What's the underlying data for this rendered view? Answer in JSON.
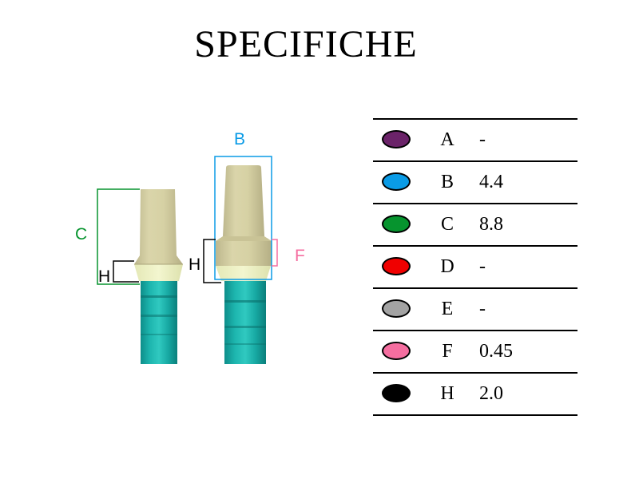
{
  "title": "SPECIFICHE",
  "dimensions": {
    "A": {
      "value": "-",
      "color": "#6B2369"
    },
    "B": {
      "value": "4.4",
      "color": "#0A9BE6"
    },
    "C": {
      "value": "8.8",
      "color": "#06942E"
    },
    "D": {
      "value": "-",
      "color": "#F00000"
    },
    "E": {
      "value": "-",
      "color": "#A3A3A3"
    },
    "F": {
      "value": "0.45",
      "color": "#F56EA0"
    },
    "H": {
      "value": "2.0",
      "color": "#000000"
    }
  },
  "diagram_labels": {
    "left_c": "C",
    "left_h": "H",
    "right_b": "B",
    "right_h": "H",
    "right_f": "F"
  },
  "spec_rows": [
    {
      "letter": "A",
      "value": "-",
      "color": "#6B2369"
    },
    {
      "letter": "B",
      "value": "4.4",
      "color": "#0A9BE6"
    },
    {
      "letter": "C",
      "value": "8.8",
      "color": "#06942E"
    },
    {
      "letter": "D",
      "value": "-",
      "color": "#F00000"
    },
    {
      "letter": "E",
      "value": "-",
      "color": "#A3A3A3"
    },
    {
      "letter": "F",
      "value": "0.45",
      "color": "#F56EA0"
    },
    {
      "letter": "H",
      "value": "2.0",
      "color": "#000000"
    }
  ]
}
